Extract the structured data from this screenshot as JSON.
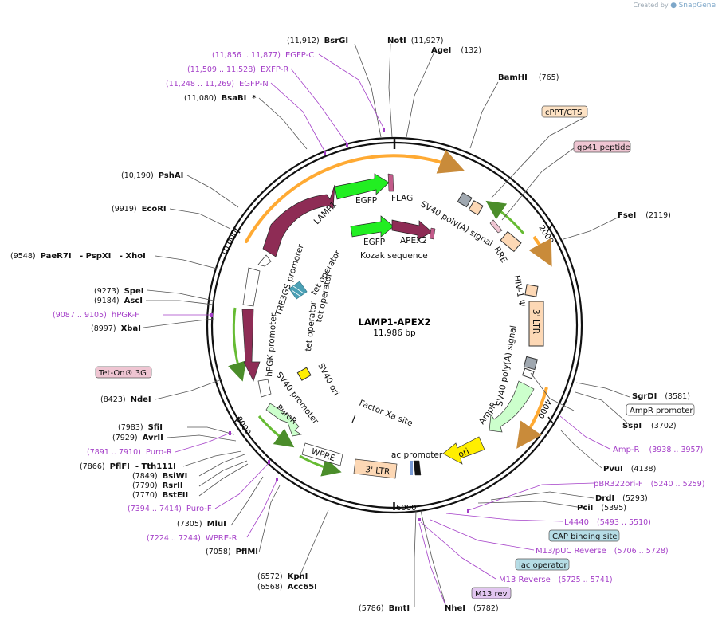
{
  "credit": {
    "created_by": "Created by",
    "brand": "SnapGene"
  },
  "center": {
    "name": "LAMP1-APEX2",
    "size": "11,986 bp"
  },
  "scale": {
    "total": 11986,
    "tick_labels": [
      "2000",
      "4000",
      "6000",
      "8000",
      "10,000"
    ]
  },
  "sites": [
    {
      "name": "BsrGI",
      "pos": "(11,912)"
    },
    {
      "name": "NotI",
      "pos": "(11,927)"
    },
    {
      "name": "AgeI",
      "pos": "(132)"
    },
    {
      "name": "BamHI",
      "pos": "(765)"
    },
    {
      "name": "FseI",
      "pos": "(2119)"
    },
    {
      "name": "SgrDI",
      "pos": "(3581)"
    },
    {
      "name": "SspI",
      "pos": "(3702)"
    },
    {
      "name": "PvuI",
      "pos": "(4138)"
    },
    {
      "name": "DrdI",
      "pos": "(5293)"
    },
    {
      "name": "PciI",
      "pos": "(5395)"
    },
    {
      "name": "NheI",
      "pos": "(5782)"
    },
    {
      "name": "BmtI",
      "pos": "(5786)"
    },
    {
      "name": "Acc65I",
      "pos": "(6568)"
    },
    {
      "name": "KpnI",
      "pos": "(6572)"
    },
    {
      "name": "PflMI",
      "pos": "(7058)"
    },
    {
      "name": "MluI",
      "pos": "(7305)"
    },
    {
      "name": "BstEII",
      "pos": "(7770)"
    },
    {
      "name": "RsrII",
      "pos": "(7790)"
    },
    {
      "name": "BsiWI",
      "pos": "(7849)"
    },
    {
      "name": "PflFI  - Tth111I",
      "pos": "(7866)"
    },
    {
      "name": "AvrII",
      "pos": "(7929)"
    },
    {
      "name": "SfiI",
      "pos": "(7983)"
    },
    {
      "name": "NdeI",
      "pos": "(8423)"
    },
    {
      "name": "XbaI",
      "pos": "(8997)"
    },
    {
      "name": "AscI",
      "pos": "(9184)"
    },
    {
      "name": "SpeI",
      "pos": "(9273)"
    },
    {
      "name": "PaeR7I   - PspXI   - XhoI",
      "pos": "(9548)"
    },
    {
      "name": "EcoRI",
      "pos": "(9919)"
    },
    {
      "name": "PshAI",
      "pos": "(10,190)"
    },
    {
      "name": "BsaBI  *",
      "pos": "(11,080)"
    }
  ],
  "primers": [
    {
      "name": "EGFP-C",
      "pos": "(11,856 .. 11,877)"
    },
    {
      "name": "EXFP-R",
      "pos": "(11,509 .. 11,528)"
    },
    {
      "name": "EGFP-N",
      "pos": "(11,248 .. 11,269)"
    },
    {
      "name": "hPGK-F",
      "pos": "(9087 .. 9105)"
    },
    {
      "name": "Puro-R",
      "pos": "(7891 .. 7910)"
    },
    {
      "name": "Puro-F",
      "pos": "(7394 .. 7414)"
    },
    {
      "name": "WPRE-R",
      "pos": "(7224 .. 7244)"
    },
    {
      "name": "Amp-R",
      "pos": "(3938 .. 3957)"
    },
    {
      "name": "pBR322ori-F",
      "pos": "(5240 .. 5259)"
    },
    {
      "name": "L4440",
      "pos": "(5493 .. 5510)"
    },
    {
      "name": "M13/pUC Reverse",
      "pos": "(5706 .. 5728)"
    },
    {
      "name": "M13 Reverse",
      "pos": "(5725 .. 5741)"
    }
  ],
  "boxed": [
    {
      "name": "cPPT/CTS"
    },
    {
      "name": "gp41 peptide"
    },
    {
      "name": "Tet-On® 3G"
    },
    {
      "name": "AmpR promoter"
    },
    {
      "name": "CAP binding site"
    },
    {
      "name": "lac operator"
    },
    {
      "name": "M13 rev"
    }
  ],
  "features": [
    {
      "name": "EGFP"
    },
    {
      "name": "FLAG"
    },
    {
      "name": "LAMP1"
    },
    {
      "name": "EGFP"
    },
    {
      "name": "APEX2"
    },
    {
      "name": "Kozak sequence"
    },
    {
      "name": "SV40 poly(A) signal"
    },
    {
      "name": "RRE"
    },
    {
      "name": "HIV-1 Ψ"
    },
    {
      "name": "3' LTR"
    },
    {
      "name": "SV40 poly(A) signal"
    },
    {
      "name": "AmpR"
    },
    {
      "name": "ori"
    },
    {
      "name": "lac promoter"
    },
    {
      "name": "3' LTR"
    },
    {
      "name": "WPRE"
    },
    {
      "name": "PuroR"
    },
    {
      "name": "SV40 promoter"
    },
    {
      "name": "SV40 ori"
    },
    {
      "name": "Factor Xa site"
    },
    {
      "name": "hPGK promoter"
    },
    {
      "name": "TRE3GS promoter"
    },
    {
      "name": "tet operator"
    },
    {
      "name": "tet operator"
    },
    {
      "name": "tet operator"
    }
  ],
  "colors": {
    "egfp": "#22ee22",
    "maroon": "#8e2c55",
    "orange": "#ffaa33",
    "ori_yellow": "#ffee00",
    "ampr_green": "#ccffcc",
    "ltr": "#fdd8b5",
    "grey": "#a0a8b0",
    "primer": "#a43fc8",
    "cap_box": "#b6dde6",
    "gp41_box": "#efc5d2",
    "cppt_box": "#fde2c4",
    "tet_box": "#efc5d2",
    "m13rev_box": "#e2c6f0"
  }
}
